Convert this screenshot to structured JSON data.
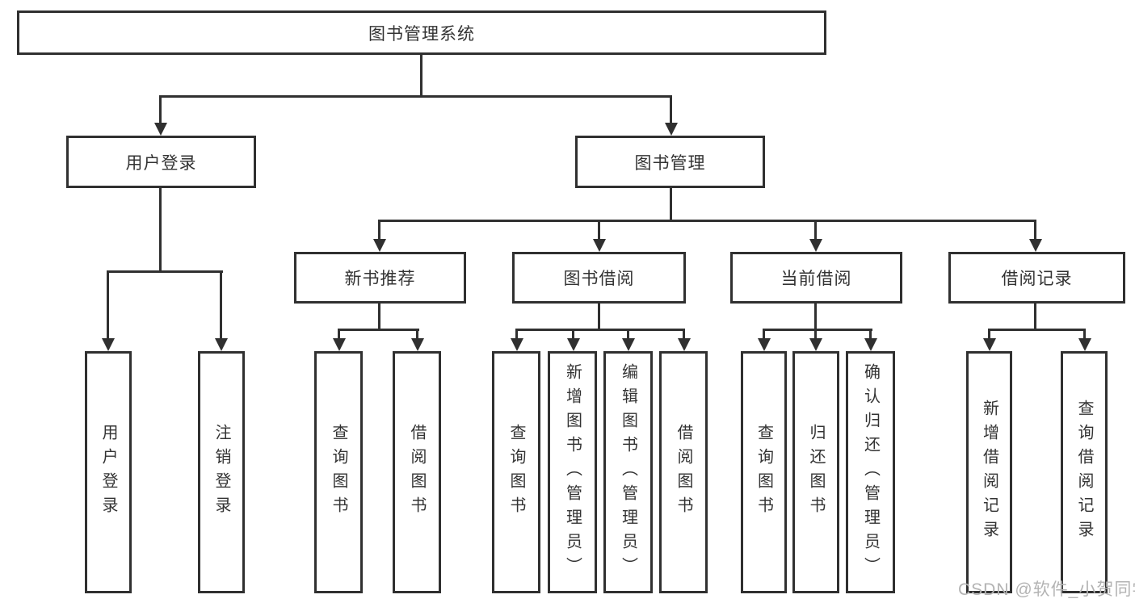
{
  "diagram": {
    "type": "tree",
    "root": {
      "label": "图书管理系统",
      "children": [
        {
          "label": "用户登录",
          "children": [
            {
              "label": "用户登录"
            },
            {
              "label": "注销登录"
            }
          ]
        },
        {
          "label": "图书管理",
          "children": [
            {
              "label": "新书推荐",
              "children": [
                {
                  "label": "查询图书"
                },
                {
                  "label": "借阅图书"
                }
              ]
            },
            {
              "label": "图书借阅",
              "children": [
                {
                  "label": "查询图书"
                },
                {
                  "label": "新增图书（管理员）"
                },
                {
                  "label": "编辑图书（管理员）"
                },
                {
                  "label": "借阅图书"
                }
              ]
            },
            {
              "label": "当前借阅",
              "children": [
                {
                  "label": "查询图书"
                },
                {
                  "label": "归还图书"
                },
                {
                  "label": "确认归还（管理员）"
                }
              ]
            },
            {
              "label": "借阅记录",
              "children": [
                {
                  "label": "新增借阅记录"
                },
                {
                  "label": "查询借阅记录"
                }
              ]
            }
          ]
        }
      ]
    }
  },
  "watermark": {
    "text": "CSDN @软件_小贺同学",
    "color": "#b3b3b3"
  },
  "colors": {
    "background": "#ffffff",
    "line": "#303030",
    "text": "#333333"
  }
}
